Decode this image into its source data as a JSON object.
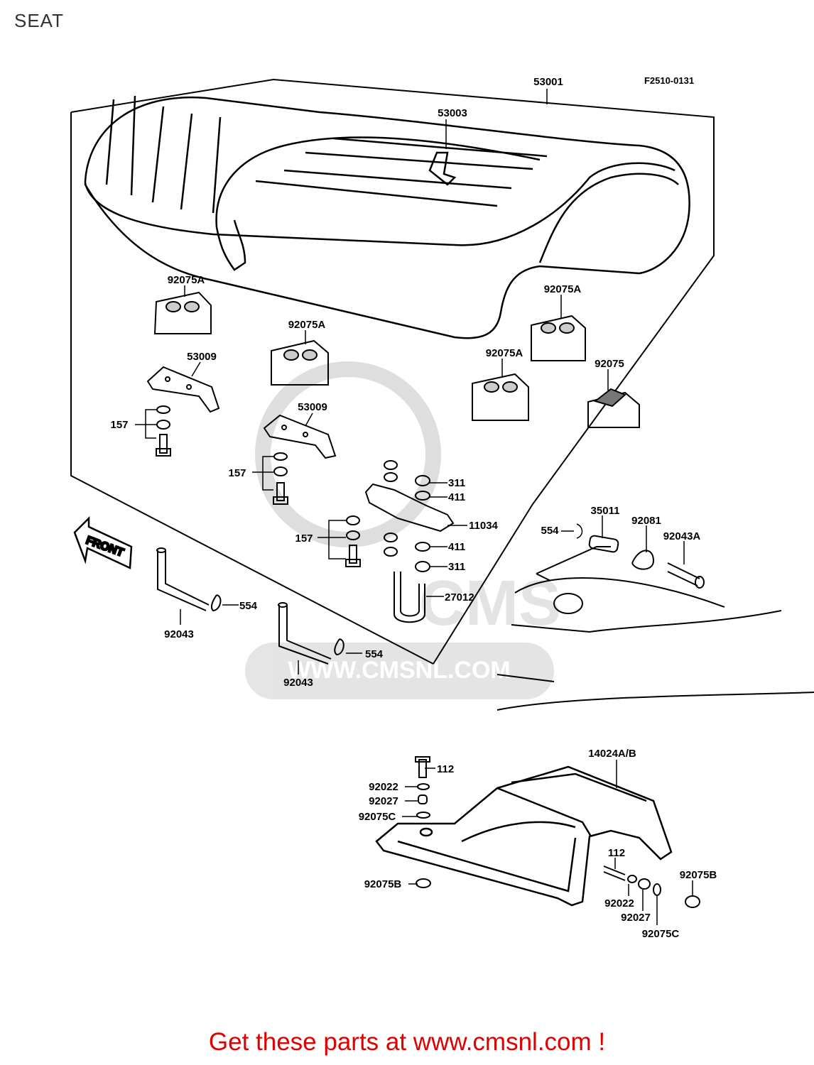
{
  "page": {
    "title": "SEAT"
  },
  "diagram": {
    "code": "F2510-0131",
    "front_label": "FRONT",
    "watermark": "WWW.CMSNL.COM",
    "parts": {
      "seat_assy": "53001",
      "strap": "53003",
      "damper_fl": "92075A",
      "damper_fc": "92075A",
      "damper_rl": "92075A",
      "damper_rr": "92075A",
      "damper_small": "92075",
      "bracket_left": "53009",
      "bracket_center": "53009",
      "bolt_left": "157",
      "bolt_center": "157",
      "bolt_lower": "157",
      "nut_top": "311",
      "washer_top": "411",
      "plate": "11034",
      "washer_low": "411",
      "nut_low": "311",
      "ubolt": "27012",
      "shaft": "35011",
      "pin_right": "554",
      "spring": "92081",
      "pin_hinge": "92043A",
      "rod_left": "92043",
      "clip_left": "554",
      "rod_center": "92043",
      "clip_center": "554",
      "cover": "14024A/B",
      "screw_top": "112",
      "washer_top2": "92022",
      "collar_top": "92027",
      "grommet_top": "92075C",
      "grommet_left": "92075B",
      "screw_right": "112",
      "grommet_right": "92075B",
      "washer_right": "92022",
      "collar_right": "92027",
      "grommet_right2": "92075C"
    }
  },
  "footer": {
    "text": "Get these parts at www.cmsnl.com !"
  }
}
